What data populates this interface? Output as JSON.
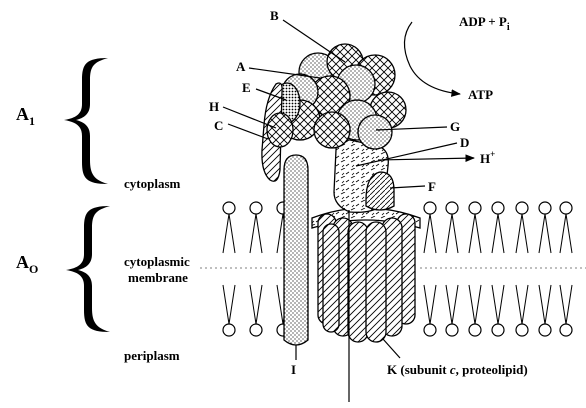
{
  "domains": {
    "a1": {
      "main": "A",
      "sub": "1"
    },
    "ao": {
      "main": "A",
      "sub": "O"
    }
  },
  "regions": {
    "cytoplasm": "cytoplasm",
    "membrane_line1": "cytoplasmic",
    "membrane_line2": "membrane",
    "periplasm": "periplasm"
  },
  "subunits": {
    "a": "A",
    "b": "B",
    "c": "C",
    "d": "D",
    "e": "E",
    "f": "F",
    "g": "G",
    "h": "H",
    "i": "I",
    "k": "K",
    "k_detail_open": "(subunit ",
    "k_detail_italic": "c",
    "k_detail_close": ", proteolipid)"
  },
  "reaction": {
    "substrate_main": "ADP + P",
    "substrate_sub": "i",
    "product": "ATP",
    "proton_main": "H",
    "proton_sup": "+"
  },
  "colors": {
    "ink": "#000000",
    "background": "#ffffff"
  }
}
